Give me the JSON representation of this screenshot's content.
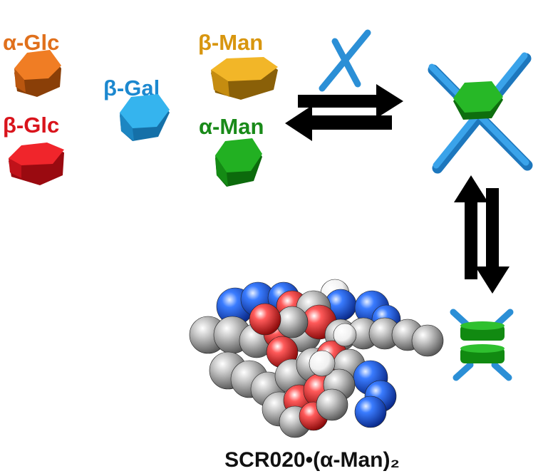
{
  "sugars": [
    {
      "id": "a-glc",
      "label": "α-Glc",
      "color": "#e0701c",
      "label_color": "#e0701c"
    },
    {
      "id": "b-glc",
      "label": "β-Glc",
      "color": "#e0151b",
      "label_color": "#d9141c"
    },
    {
      "id": "b-gal",
      "label": "β-Gal",
      "color": "#27a3e0",
      "label_color": "#1c88cf"
    },
    {
      "id": "b-man",
      "label": "β-Man",
      "color": "#e7a91b",
      "label_color": "#d8960f"
    },
    {
      "id": "a-man",
      "label": "α-Man",
      "color": "#1fa51f",
      "label_color": "#198a19"
    }
  ],
  "receptor": {
    "color": "#2b8fd6",
    "bound_sugar_color": "#22aa22"
  },
  "complex_label": "SCR020•(α-Man)₂",
  "model_colors": {
    "carbon": "#9a9a9a",
    "oxygen": "#e0202a",
    "nitrogen": "#1f55d8",
    "hydrogen": "#f2f2f2"
  }
}
